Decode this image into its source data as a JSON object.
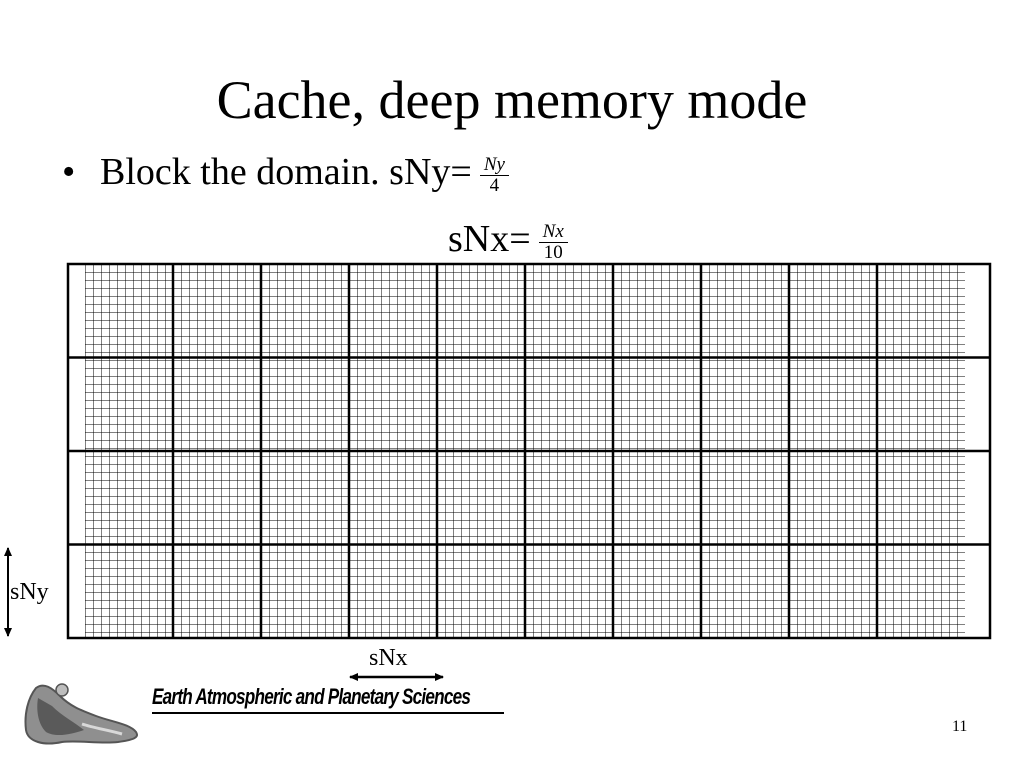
{
  "slide": {
    "title": "Cache, deep memory mode",
    "bullet": {
      "marker": "•",
      "text": "Block the domain. sNy=",
      "fraction": {
        "numerator": "Ny",
        "denominator": "4"
      }
    },
    "snx_line": {
      "text": "sNx=",
      "fraction": {
        "numerator": "Nx",
        "denominator": "10"
      }
    },
    "diagram": {
      "rows_of_blocks": 4,
      "cols_of_blocks": 10,
      "sny_label": "sNy",
      "snx_label": "sNx"
    },
    "footer": {
      "org_text": "Earth Atmospheric and Planetary Sciences",
      "page_number": "11"
    }
  }
}
